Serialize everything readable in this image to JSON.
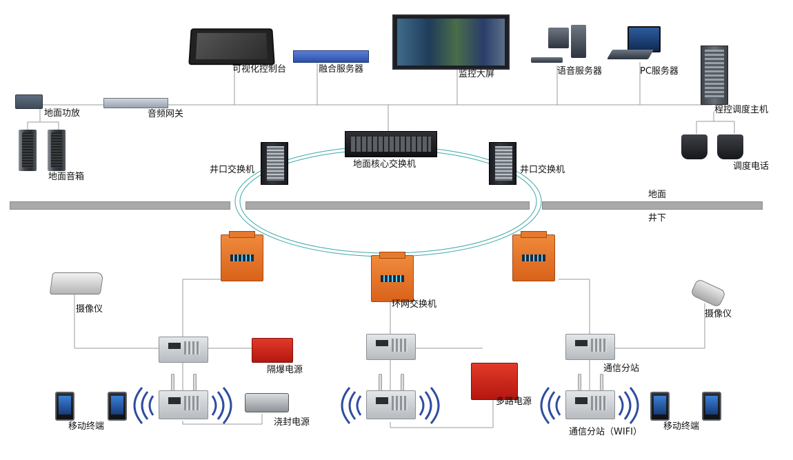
{
  "labels": {
    "ground_amp": "地面功放",
    "ground_speaker": "地面音箱",
    "audio_gateway": "音频网关",
    "visual_console": "可视化控制台",
    "fusion_server": "融合服务器",
    "monitor_wall": "监控大屏",
    "voice_server": "语音服务器",
    "pc_server": "PC服务器",
    "dispatch_host": "程控调度主机",
    "dispatch_phone": "调度电话",
    "core_switch": "地面核心交换机",
    "wellhead_switch_left": "井口交换机",
    "wellhead_switch_right": "井口交换机",
    "surface": "地面",
    "underground": "井下",
    "ring_switch": "环网交换机",
    "camera_left": "摄像仪",
    "camera_right": "摄像仪",
    "explosion_proof_power": "隔爆电源",
    "potted_power": "浇封电源",
    "multi_power": "多路电源",
    "comm_substation": "通信分站",
    "comm_substation_wifi": "通信分站（WIFI）",
    "mobile_left": "移动终端",
    "mobile_right": "移动终端"
  },
  "colors": {
    "wire": "#9a9a9a",
    "ring": "#3aa7a7",
    "surface_bar": "#a9a9a9",
    "explosion_proof_orange": "#e8742a",
    "power_red": "#c8201a"
  }
}
